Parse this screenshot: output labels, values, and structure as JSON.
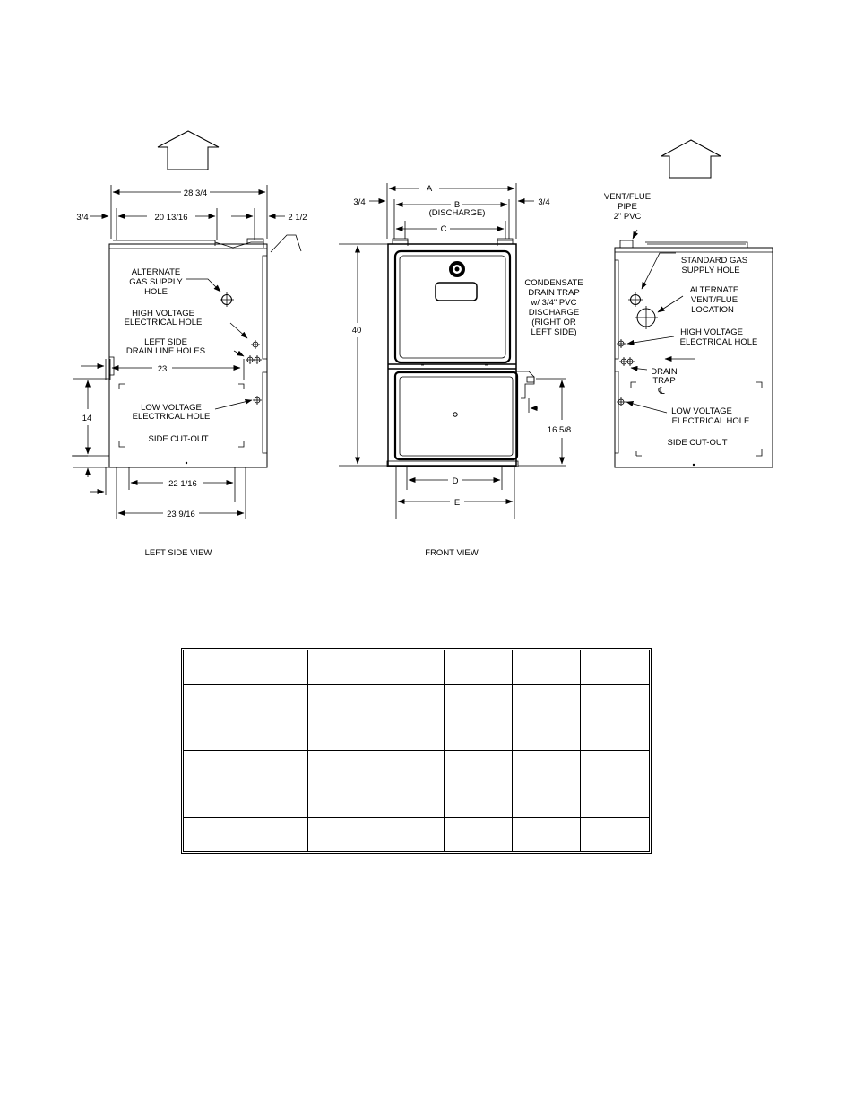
{
  "left_view": {
    "caption": "LEFT SIDE VIEW",
    "dims": {
      "overall_width": "28 3/4",
      "left_offset": "3/4",
      "inner_width": "20 13/16",
      "right_offset": "2 1/2",
      "cutout_width": "23",
      "cutout_height": "14",
      "bottom_inner": "22 1/16",
      "bottom_outer": "23 9/16"
    },
    "labels": {
      "alt_gas_1": "ALTERNATE",
      "alt_gas_2": "GAS SUPPLY",
      "alt_gas_3": "HOLE",
      "hv_1": "HIGH VOLTAGE",
      "hv_2": "ELECTRICAL HOLE",
      "drain_1": "LEFT SIDE",
      "drain_2": "DRAIN LINE HOLES",
      "lv_1": "LOW VOLTAGE",
      "lv_2": "ELECTRICAL HOLE",
      "cutout": "SIDE CUT-OUT"
    }
  },
  "front_view": {
    "caption": "FRONT VIEW",
    "dims": {
      "a": "A",
      "left_offset": "3/4",
      "right_offset": "3/4",
      "b": "B",
      "b_note": "(DISCHARGE)",
      "c": "C",
      "height": "40",
      "drain_height": "16 5/8",
      "d": "D",
      "e": "E"
    },
    "labels": {
      "cond_1": "CONDENSATE",
      "cond_2": "DRAIN TRAP",
      "cond_3": "w/ 3/4\" PVC",
      "cond_4": "DISCHARGE",
      "cond_5": "(RIGHT OR",
      "cond_6": "LEFT SIDE)"
    }
  },
  "right_view": {
    "labels": {
      "vent_1": "VENT/FLUE",
      "vent_2": "PIPE",
      "vent_3": "2\" PVC",
      "std_gas_1": "STANDARD GAS",
      "std_gas_2": "SUPPLY HOLE",
      "alt_vent_1": "ALTERNATE",
      "alt_vent_2": "VENT/FLUE",
      "alt_vent_3": "LOCATION",
      "hv_1": "HIGH VOLTAGE",
      "hv_2": "ELECTRICAL HOLE",
      "drain_1": "DRAIN",
      "drain_2": "TRAP",
      "centerline": "℄",
      "lv_1": "LOW VOLTAGE",
      "lv_2": "ELECTRICAL HOLE",
      "cutout": "SIDE CUT-OUT"
    }
  },
  "table": {
    "rows": [
      [
        "",
        "",
        "",
        "",
        "",
        ""
      ],
      [
        "",
        "",
        "",
        "",
        "",
        ""
      ],
      [
        "",
        "",
        "",
        "",
        "",
        ""
      ],
      [
        "",
        "",
        "",
        "",
        "",
        ""
      ]
    ]
  }
}
